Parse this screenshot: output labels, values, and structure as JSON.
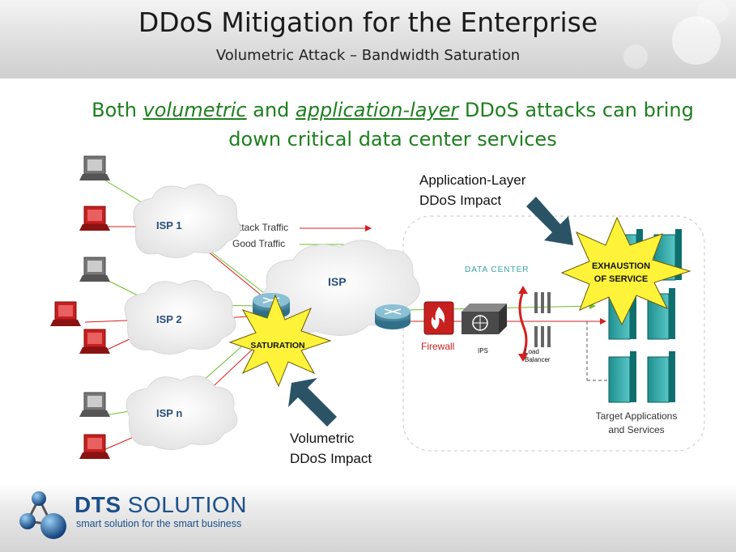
{
  "header": {
    "title": "DDoS Mitigation for the Enterprise",
    "subtitle": "Volumetric Attack – Bandwidth Saturation"
  },
  "lead": {
    "part1": "Both ",
    "em1": "volumetric",
    "part2": " and ",
    "em2": "application-layer",
    "part3": " DDoS attacks can bring",
    "line2": "down critical data center services"
  },
  "diagram": {
    "isp1": "ISP 1",
    "isp2": "ISP 2",
    "ispn": "ISP n",
    "isp_core": "ISP",
    "legend_attack": "Attack Traffic",
    "legend_good": "Good Traffic",
    "saturation": "SATURATION",
    "data_center": "DATA CENTER",
    "firewall": "Firewall",
    "ips": "IPS",
    "load_balancer_1": "Load",
    "load_balancer_2": "Balancer",
    "exhaustion_1": "EXHAUSTION",
    "exhaustion_2": "OF SERVICE",
    "app_impact_1": "Application-Layer",
    "app_impact_2": "DDoS Impact",
    "vol_impact_1": "Volumetric",
    "vol_impact_2": "DDoS Impact",
    "targets_1": "Target Applications",
    "targets_2": "and Services"
  },
  "footer": {
    "brand_bold": "DTS",
    "brand_rest": " SOLUTION",
    "tagline": "smart solution for the smart business"
  },
  "colors": {
    "attack": "#d42020",
    "good": "#6cbf2a",
    "lead_text": "#1e7f1e",
    "brand": "#1b4f8a",
    "star": "#fff33a"
  }
}
